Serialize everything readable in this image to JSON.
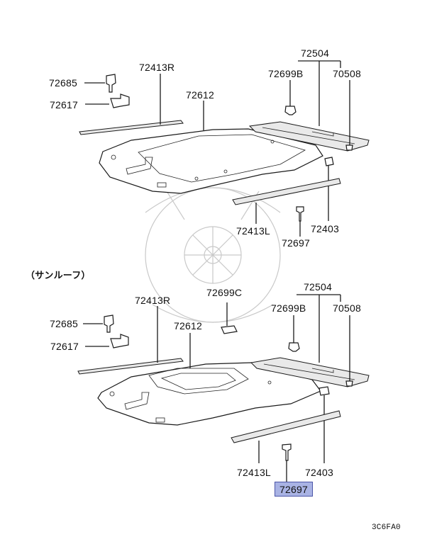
{
  "diagram": {
    "top_group": {
      "labels": {
        "p72685": "72685",
        "p72617": "72617",
        "p72413r": "72413R",
        "p72612": "72612",
        "p72504": "72504",
        "p72699b": "72699B",
        "p70508": "70508",
        "p72413l": "72413L",
        "p72403": "72403",
        "p72697": "72697"
      }
    },
    "bottom_group": {
      "title": "（サンルーフ）",
      "labels": {
        "p72685": "72685",
        "p72617": "72617",
        "p72413r": "72413R",
        "p72699c": "72699C",
        "p72612": "72612",
        "p72504": "72504",
        "p72699b": "72699B",
        "p70508": "70508",
        "p72413l": "72413L",
        "p72403": "72403",
        "p72697": "72697"
      },
      "highlighted_part": "72697",
      "highlight_color": "#a9b3e4"
    },
    "diagram_code": "3C6FA0"
  }
}
